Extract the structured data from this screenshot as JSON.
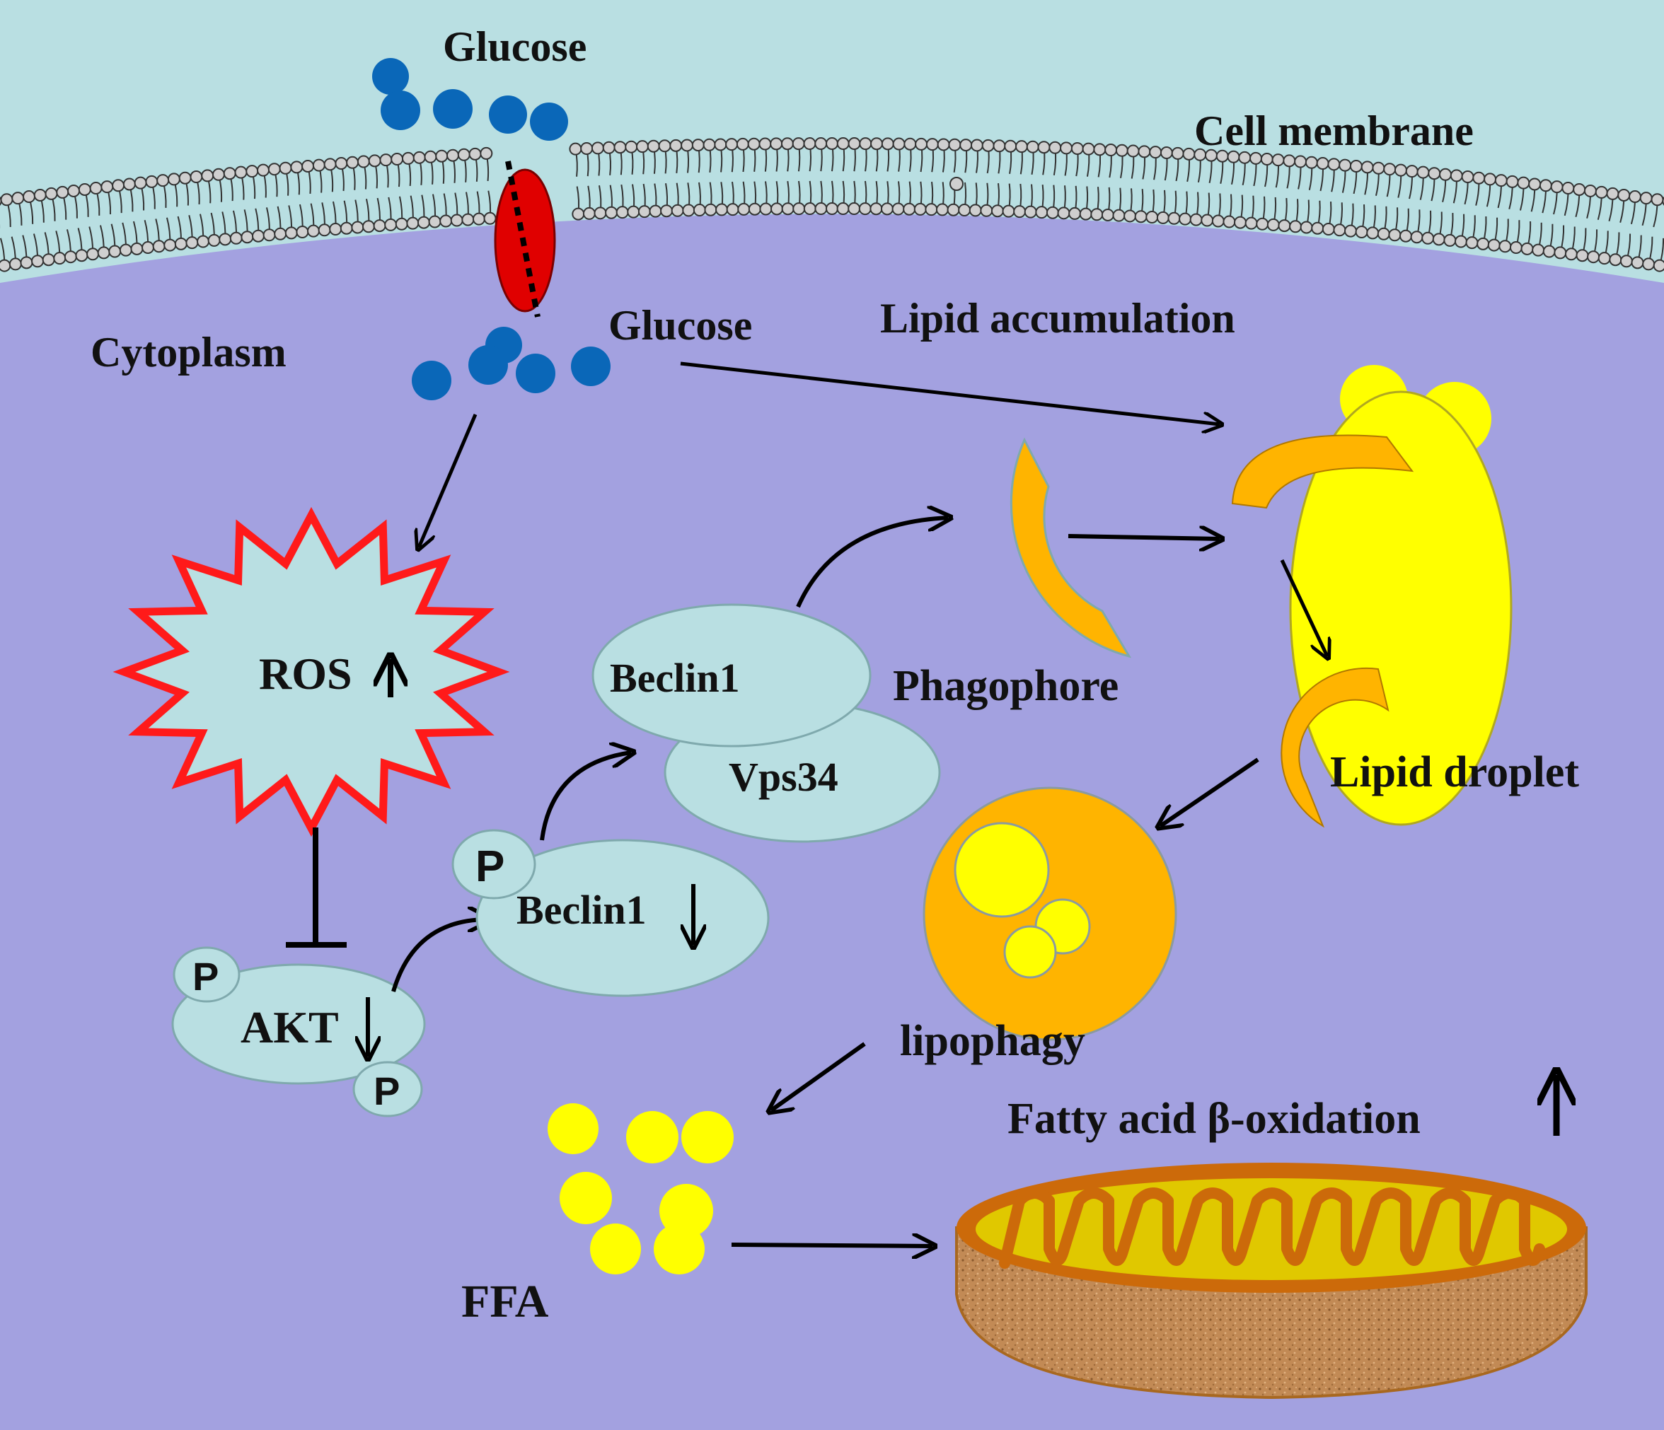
{
  "labels": {
    "glucose_top": "Glucose",
    "cell_membrane": "Cell membrane",
    "cytoplasm": "Cytoplasm",
    "glucose_inside": "Glucose",
    "lipid_accumulation": "Lipid accumulation",
    "ros": "ROS",
    "akt": "AKT",
    "p": "P",
    "beclin1_phospho": "Beclin1",
    "beclin1": "Beclin1",
    "vps34": "Vps34",
    "phagophore": "Phagophore",
    "lipid_droplet": "Lipid droplet",
    "lipophagy": "lipophagy",
    "ffa": "FFA",
    "fatty_acid_oxidation": "Fatty acid β-oxidation"
  },
  "colors": {
    "extracellular": "#b9dfe2",
    "cytoplasm": "#a3a1e0",
    "glucose": "#0a67b8",
    "transporter": "#e00000",
    "protein": "#b9dfe2",
    "ros_outline": "#ff1a1a",
    "lipid": "#ffff00",
    "phagophore": "#ffb400",
    "mitochondria_outer": "#cc6a0a",
    "mitochondria_inner": "#e0c800"
  }
}
